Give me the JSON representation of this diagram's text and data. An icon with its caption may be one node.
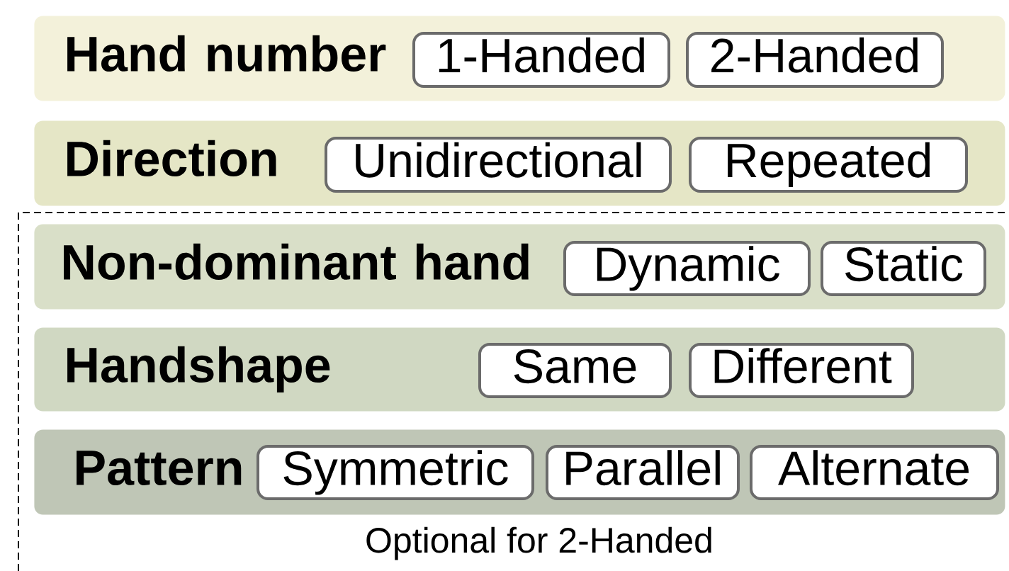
{
  "diagram": {
    "nodes": [
      {
        "text": [
          "Hand number"
        ]
      },
      {
        "text": [
          "1-Handed"
        ],
        "in": 0
      },
      {
        "text": [
          "2-Handed"
        ],
        "in": 0
      },
      {
        "text": [
          "Direction"
        ]
      },
      {
        "text": [
          "Unidirectional"
        ],
        "in": 3
      },
      {
        "text": [
          "Repeated"
        ],
        "in": 3
      },
      {
        "text": [
          "Optional for 2-Handed"
        ]
      },
      {
        "text": [
          "Non-dominant hand"
        ],
        "in": 6
      },
      {
        "text": [
          "Dynamic"
        ],
        "in": 7
      },
      {
        "text": [
          "Static"
        ],
        "in": 7
      },
      {
        "text": [
          "Handshape"
        ],
        "in": 6
      },
      {
        "text": [
          "Same"
        ],
        "in": 10
      },
      {
        "text": [
          "Different"
        ],
        "in": 10
      },
      {
        "text": [
          "Pattern"
        ],
        "in": 6
      },
      {
        "text": [
          "Symmetric"
        ],
        "in": 13
      },
      {
        "text": [
          "Parallel"
        ],
        "in": 13
      },
      {
        "text": [
          "Alternate"
        ],
        "in": 13
      }
    ]
  }
}
